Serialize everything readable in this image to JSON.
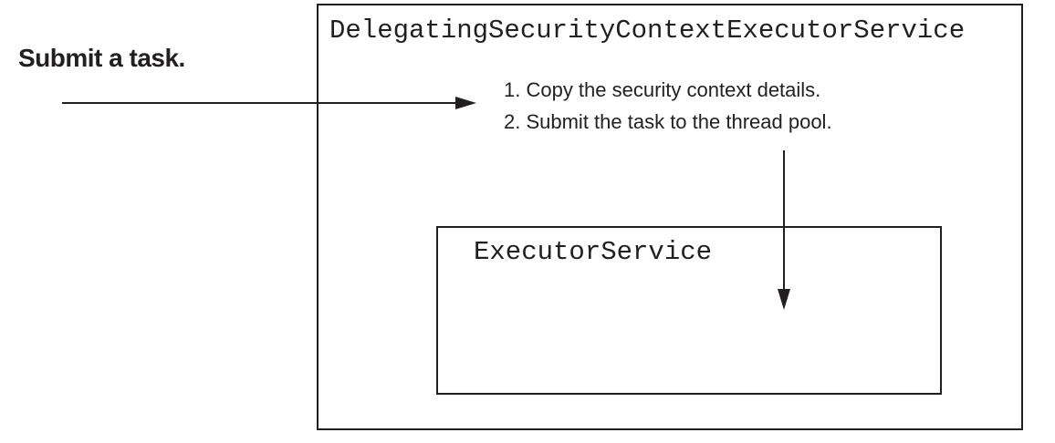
{
  "diagram": {
    "outer_box_title": "DelegatingSecurityContextExecutorService",
    "inner_box_title": "ExecutorService",
    "annotation_label": "Submit a task.",
    "steps": [
      "1. Copy the security context details.",
      "2. Submit the task to the thread pool."
    ],
    "colors": {
      "ink": "#231f20",
      "bg": "#ffffff"
    }
  }
}
